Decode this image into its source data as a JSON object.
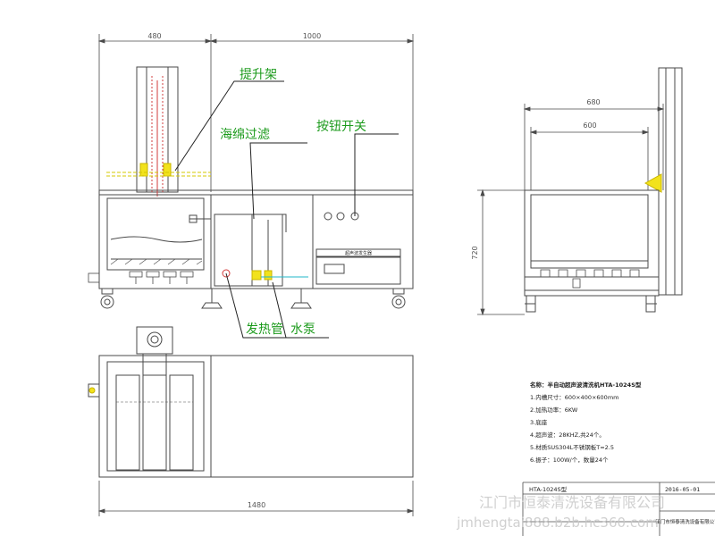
{
  "dimensions": {
    "front_left_width": "480",
    "front_right_width": "1000",
    "side_outer_width": "680",
    "side_inner_width": "600",
    "side_height": "720",
    "plan_total_width": "1480"
  },
  "callouts": {
    "lift_frame": "提升架",
    "sponge_filter": "海绵过滤",
    "button_switch": "按钮开关",
    "heating_tube": "发热管",
    "water_pump": "水泵"
  },
  "panel_label": "超声波发生器",
  "spec": {
    "title": "名称：半自动超声波清洗机HTA-1024S型",
    "items": [
      "1.内槽尺寸：600×400×600mm",
      "2.加热功率：6KW",
      "3.底座",
      "4.超声波：28KHZ,共24个。",
      "5.材质SUS304L不锈钢板T=2.5",
      "6.振子：100W/个，数量24个"
    ]
  },
  "title_block": {
    "model": "HTA-1024S型",
    "date": "2016-05-01",
    "company": "江门市恒泰清洗设备有限公司"
  },
  "watermark": {
    "line1": "江门市恒泰清洗设备有限公司",
    "line2": "jmhengtai888.b2b.hc360.com"
  },
  "colors": {
    "line": "#4a4a4a",
    "callout": "#1d9b1d",
    "leader": "#222222",
    "hazard_yellow": "#f2e21c",
    "heater_red": "#d23c3c",
    "cyan": "#22b7c9",
    "watermark": "#c8c8c8"
  }
}
